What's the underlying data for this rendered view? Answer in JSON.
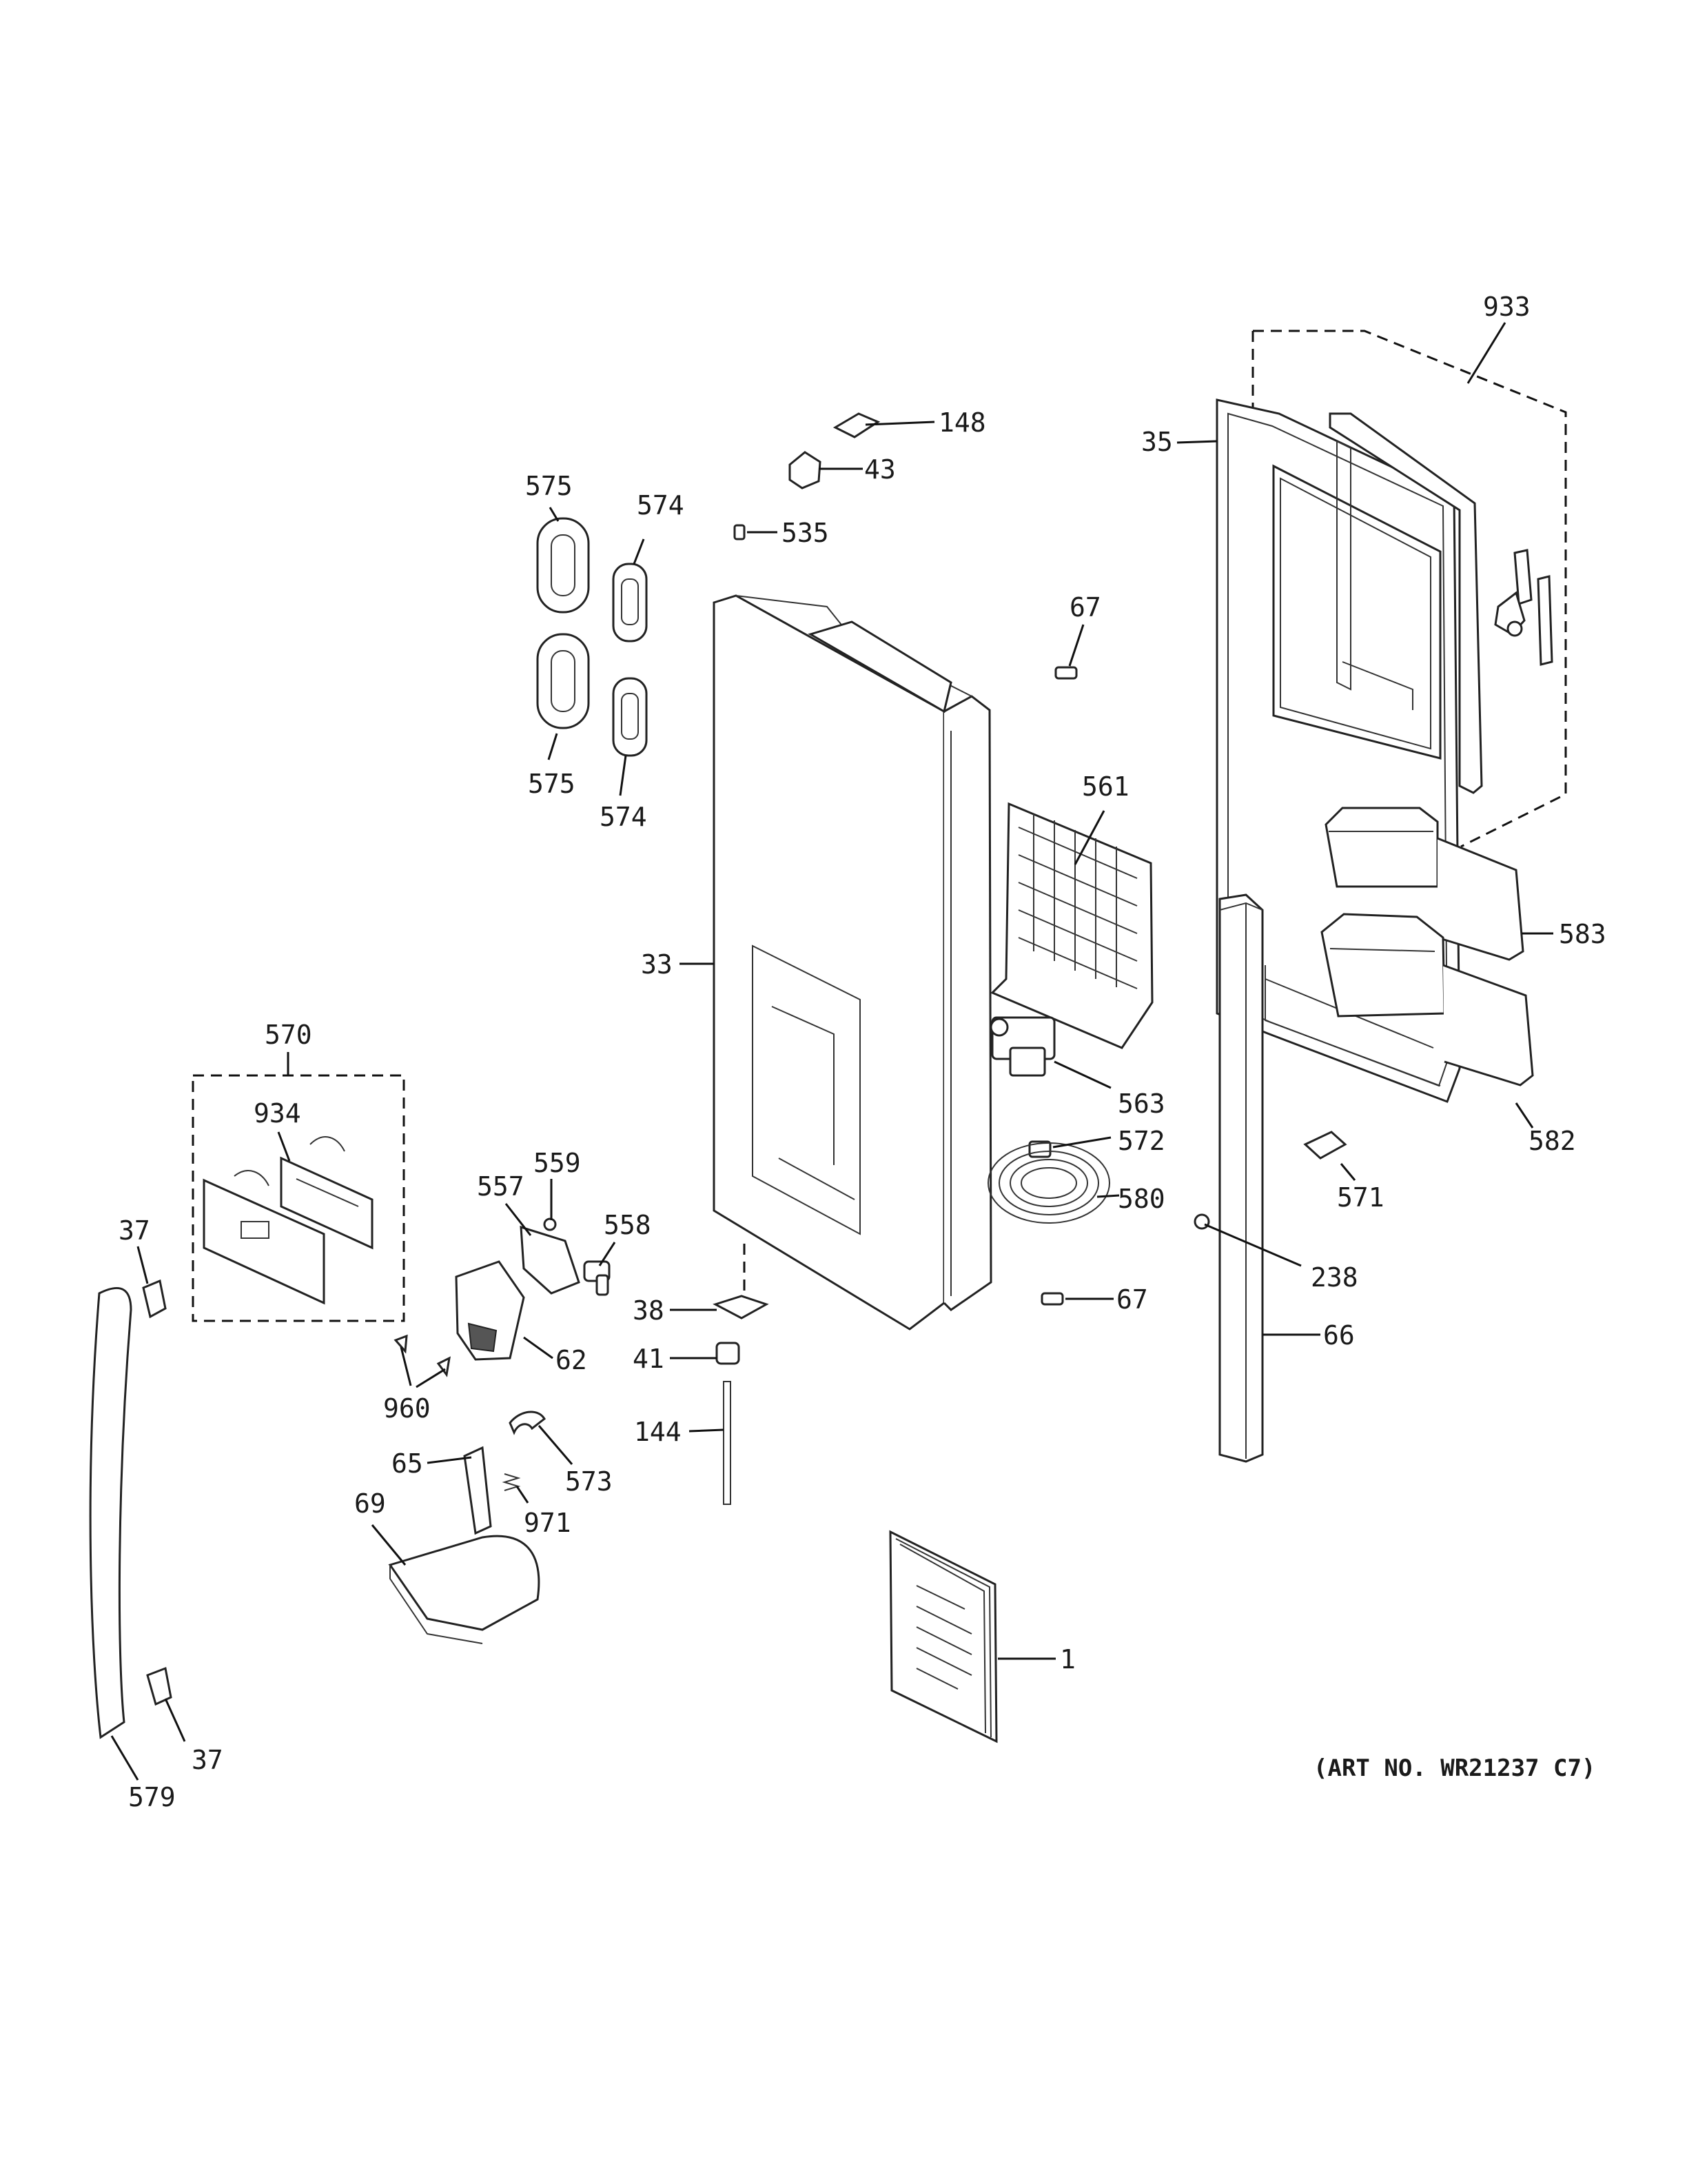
{
  "art_number": "(ART NO. WR21237 C7)",
  "callouts": {
    "c933": "933",
    "c148": "148",
    "c43": "43",
    "c35": "35",
    "c575a": "575",
    "c574a": "574",
    "c535": "535",
    "c67a": "67",
    "c575b": "575",
    "c574b": "574",
    "c561": "561",
    "c583": "583",
    "c33": "33",
    "c570": "570",
    "c934": "934",
    "c563": "563",
    "c582": "582",
    "c572": "572",
    "c559": "559",
    "c557": "557",
    "c580": "580",
    "c571": "571",
    "c37a": "37",
    "c558": "558",
    "c238": "238",
    "c38": "38",
    "c67b": "67",
    "c62": "62",
    "c41": "41",
    "c66": "66",
    "c960": "960",
    "c144": "144",
    "c65": "65",
    "c573": "573",
    "c69": "69",
    "c971": "971",
    "c1": "1",
    "c37b": "37",
    "c579": "579"
  }
}
